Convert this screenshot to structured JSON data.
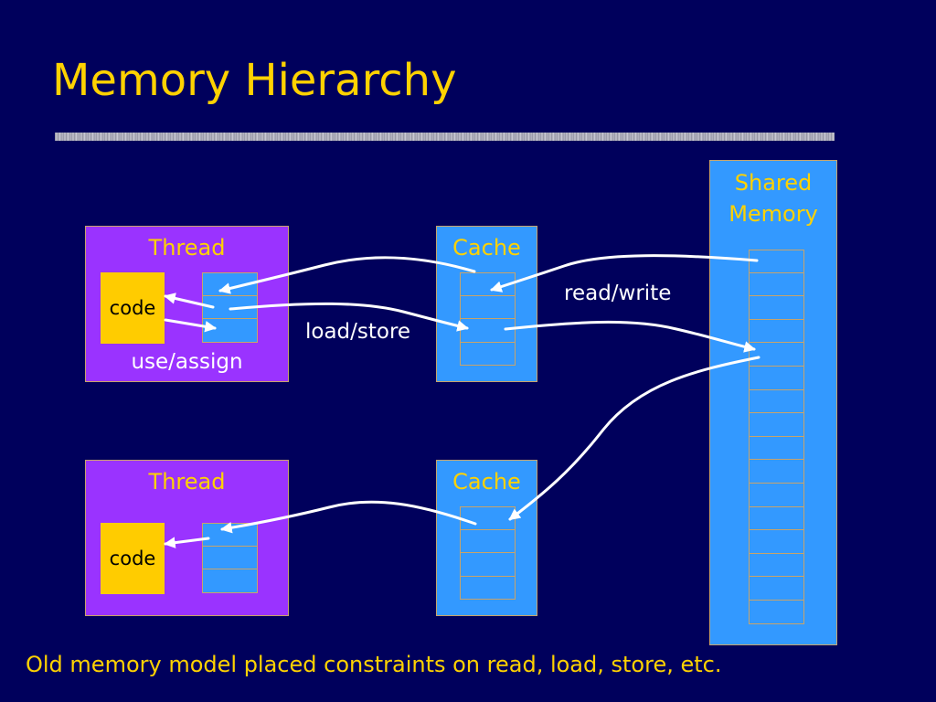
{
  "slide": {
    "title": "Memory Hierarchy",
    "footer": "Old memory model placed constraints on read, load, store, etc."
  },
  "shared_memory": {
    "label_line1": "Shared",
    "label_line2": "Memory"
  },
  "threads": [
    {
      "label": "Thread",
      "code_label": "code",
      "action_label": "use/assign"
    },
    {
      "label": "Thread",
      "code_label": "code"
    }
  ],
  "caches": [
    {
      "label": "Cache"
    },
    {
      "label": "Cache"
    }
  ],
  "edge_labels": {
    "load_store": "load/store",
    "read_write": "read/write"
  },
  "colors": {
    "background": "#00005c",
    "title": "#ffd200",
    "thread_box": "#9a33ff",
    "cache_box": "#3399ff",
    "code_box": "#ffcc00",
    "arrows": "#ffffff"
  }
}
